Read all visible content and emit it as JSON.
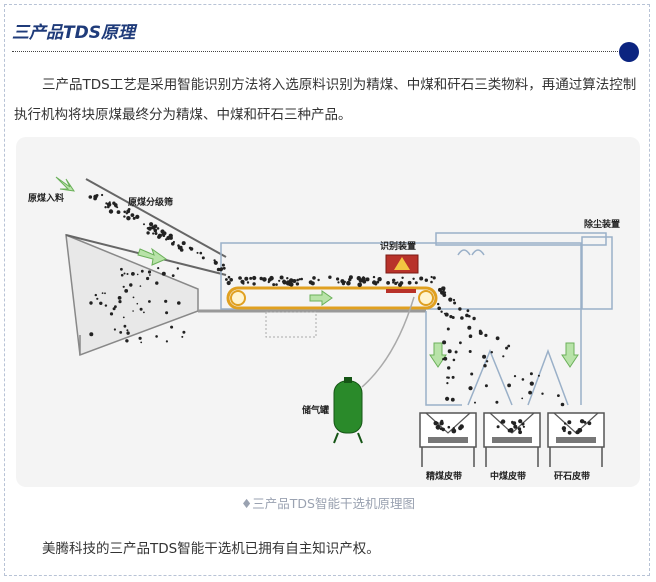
{
  "section": {
    "title": "三产品TDS原理"
  },
  "intro": "三产品TDS工艺是采用智能识别方法将入选原料识别为精煤、中煤和矸石三类物料，再通过算法控制执行机构将块原煤最终分为精煤、中煤和矸石三种产品。",
  "figure": {
    "labels": {
      "feed": "原煤入料",
      "screen": "原煤分级筛",
      "identify": "识别装置",
      "dust": "除尘装置",
      "air_tank": "储气罐",
      "belt_clean": "精煤皮带",
      "belt_middle": "中煤皮带",
      "belt_gangue": "矸石皮带"
    },
    "caption": "♦三产品TDS智能干选机原理图"
  },
  "footer_text": "美腾科技的三产品TDS智能干选机已拥有自主知识产权。"
}
